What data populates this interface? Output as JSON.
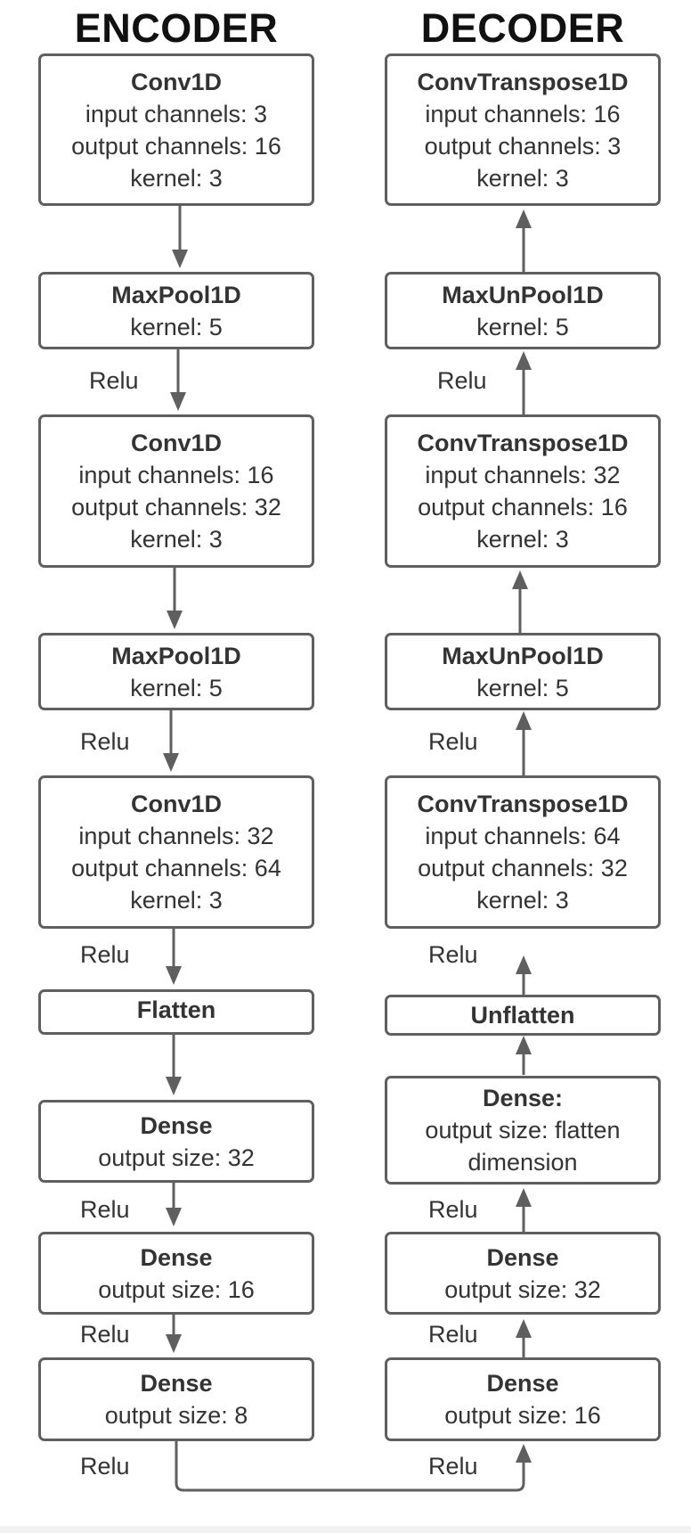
{
  "encoder": {
    "title": "ENCODER",
    "blocks": [
      {
        "title": "Conv1D",
        "lines": [
          "input channels: 3",
          "output channels: 16",
          "kernel: 3"
        ]
      },
      {
        "title": "MaxPool1D",
        "lines": [
          "kernel: 5"
        ]
      },
      {
        "title": "Conv1D",
        "lines": [
          "input channels: 16",
          "output channels: 32",
          "kernel: 3"
        ]
      },
      {
        "title": "MaxPool1D",
        "lines": [
          "kernel: 5"
        ]
      },
      {
        "title": "Conv1D",
        "lines": [
          "input channels: 32",
          "output channels: 64",
          "kernel: 3"
        ]
      },
      {
        "title": "Flatten",
        "lines": []
      },
      {
        "title": "Dense",
        "lines": [
          "output size: 32"
        ]
      },
      {
        "title": "Dense",
        "lines": [
          "output size: 16"
        ]
      },
      {
        "title": "Dense",
        "lines": [
          "output size: 8"
        ]
      }
    ],
    "activations": [
      "Relu",
      "Relu",
      "Relu",
      "Relu",
      "Relu",
      "Relu"
    ]
  },
  "decoder": {
    "title": "DECODER",
    "blocks": [
      {
        "title": "ConvTranspose1D",
        "lines": [
          "input channels: 16",
          "output channels: 3",
          "kernel: 3"
        ]
      },
      {
        "title": "MaxUnPool1D",
        "lines": [
          "kernel: 5"
        ]
      },
      {
        "title": "ConvTranspose1D",
        "lines": [
          "input channels: 32",
          "output channels: 16",
          "kernel: 3"
        ]
      },
      {
        "title": "MaxUnPool1D",
        "lines": [
          "kernel: 5"
        ]
      },
      {
        "title": "ConvTranspose1D",
        "lines": [
          "input channels: 64",
          "output channels: 32",
          "kernel: 3"
        ]
      },
      {
        "title": "Unflatten",
        "lines": []
      },
      {
        "title": "Dense:",
        "lines": [
          "output size: flatten",
          "dimension"
        ]
      },
      {
        "title": "Dense",
        "lines": [
          "output size: 32"
        ]
      },
      {
        "title": "Dense",
        "lines": [
          "output size: 16"
        ]
      }
    ],
    "activations": [
      "Relu",
      "Relu",
      "Relu",
      "Relu",
      "Relu",
      "Relu"
    ]
  },
  "colors": {
    "border": "#5f5f5f",
    "arrow": "#5f5f5f",
    "text": "#333333",
    "heading": "#111111"
  }
}
